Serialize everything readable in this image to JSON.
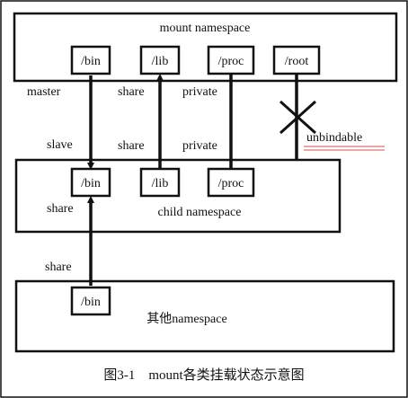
{
  "diagram": {
    "namespaces": {
      "mount": "mount namespace",
      "child": "child namespace",
      "other": "其他namespace"
    },
    "mounts": {
      "bin": "/bin",
      "lib": "/lib",
      "proc": "/proc",
      "root": "/root"
    },
    "labels": {
      "master": "master",
      "share": "share",
      "private": "private",
      "slave": "slave",
      "unbindable": "unbindable"
    },
    "caption": "图3-1　mount各类挂载状态示意图",
    "colors": {
      "ink": "#111111",
      "underline": "#e07070",
      "border": "#111111"
    }
  }
}
